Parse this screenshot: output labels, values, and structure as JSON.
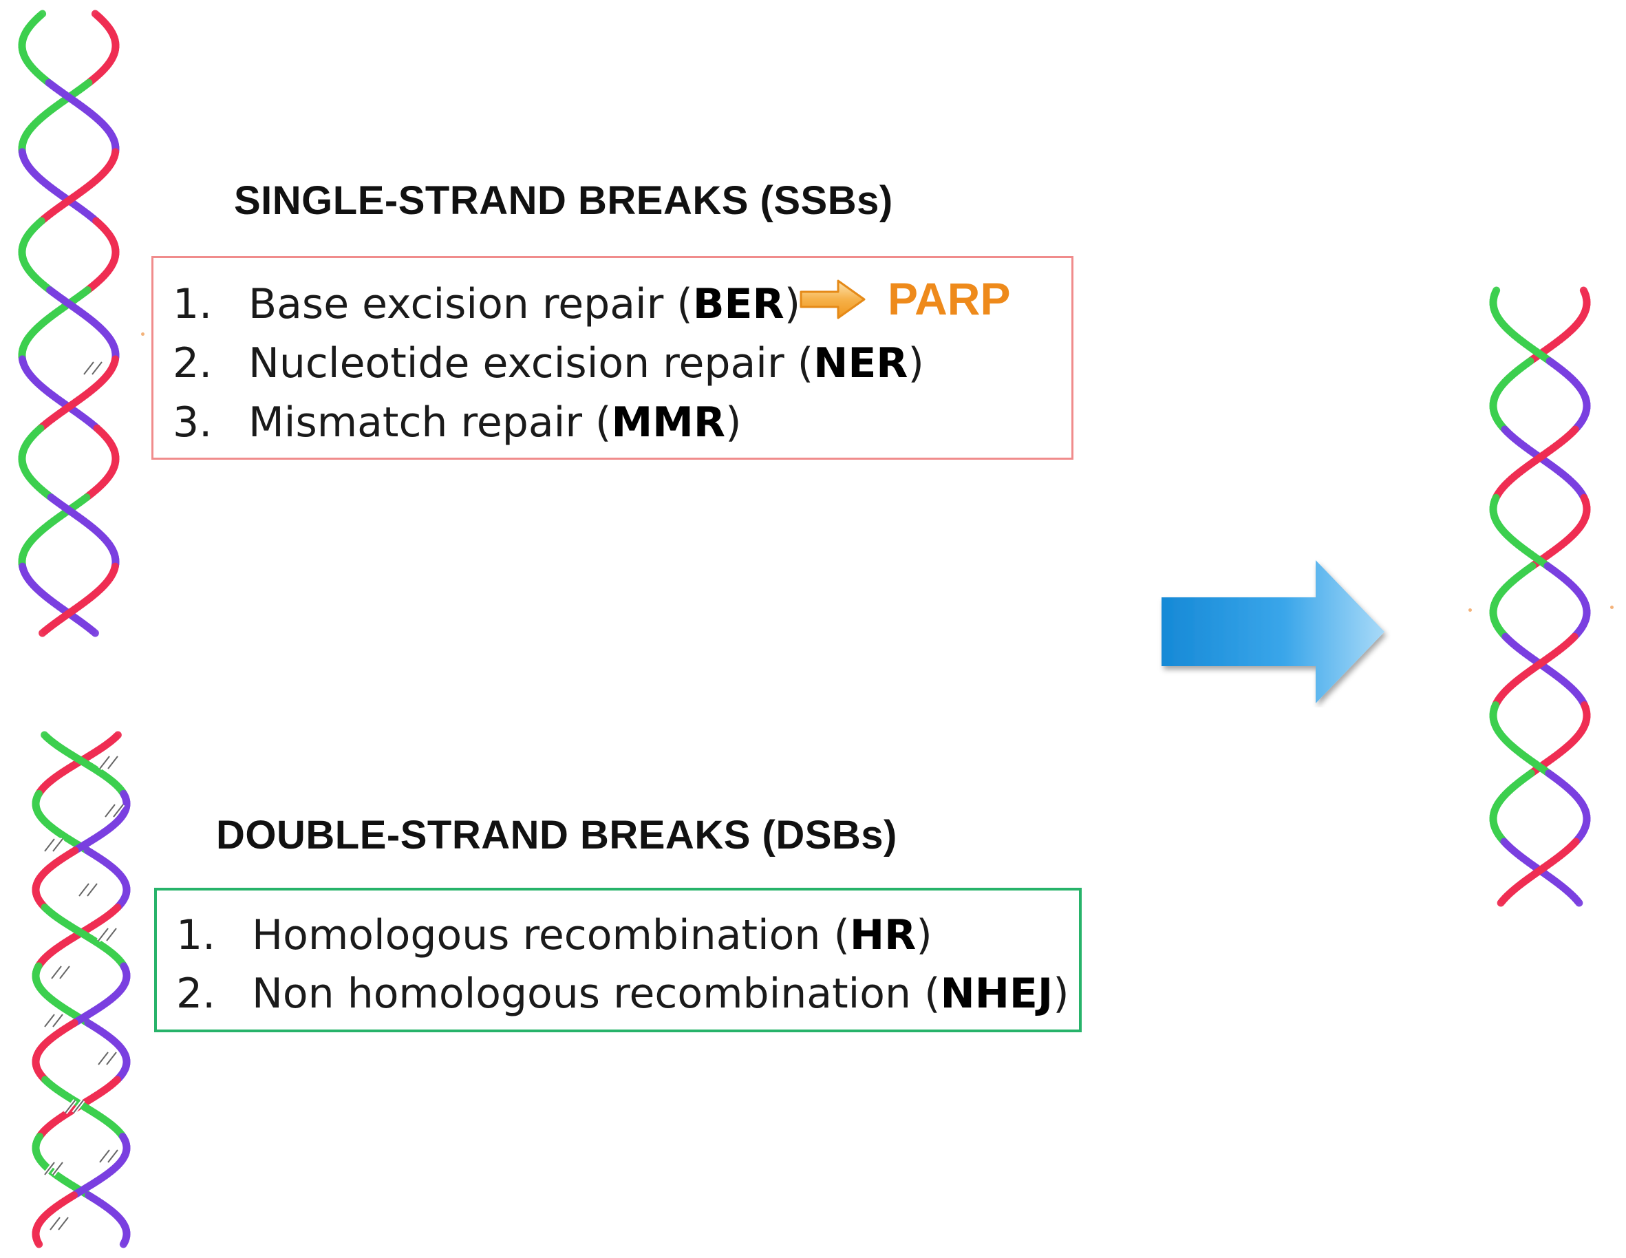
{
  "ssb": {
    "heading": "SINGLE-STRAND BREAKS (SSBs)",
    "items": [
      {
        "num": "1.",
        "text": "Base excision repair (",
        "abbr": "BER",
        "close": ")"
      },
      {
        "num": "2.",
        "text": "Nucleotide excision repair (",
        "abbr": "NER",
        "close": ")"
      },
      {
        "num": "3.",
        "text": "Mismatch repair (",
        "abbr": "MMR",
        "close": ")"
      }
    ],
    "highlight": "PARP",
    "box_color": "#f08c8c"
  },
  "dsb": {
    "heading": "DOUBLE-STRAND BREAKS (DSBs)",
    "items": [
      {
        "num": "1.",
        "text": "Homologous recombination (",
        "abbr": "HR",
        "close": ")"
      },
      {
        "num": "2.",
        "text": "Non homologous recombination (",
        "abbr": "NHEJ",
        "close": ")"
      }
    ],
    "box_color": "#27b36a"
  },
  "colors": {
    "highlight": "#ee8a1b",
    "arrow": "#2a9fe0",
    "strand_red": "#ef2d52",
    "strand_green": "#3ccf4e",
    "strand_purple": "#7a3fe0"
  },
  "icons": [
    "dna-helix-icon",
    "right-arrow-icon"
  ]
}
